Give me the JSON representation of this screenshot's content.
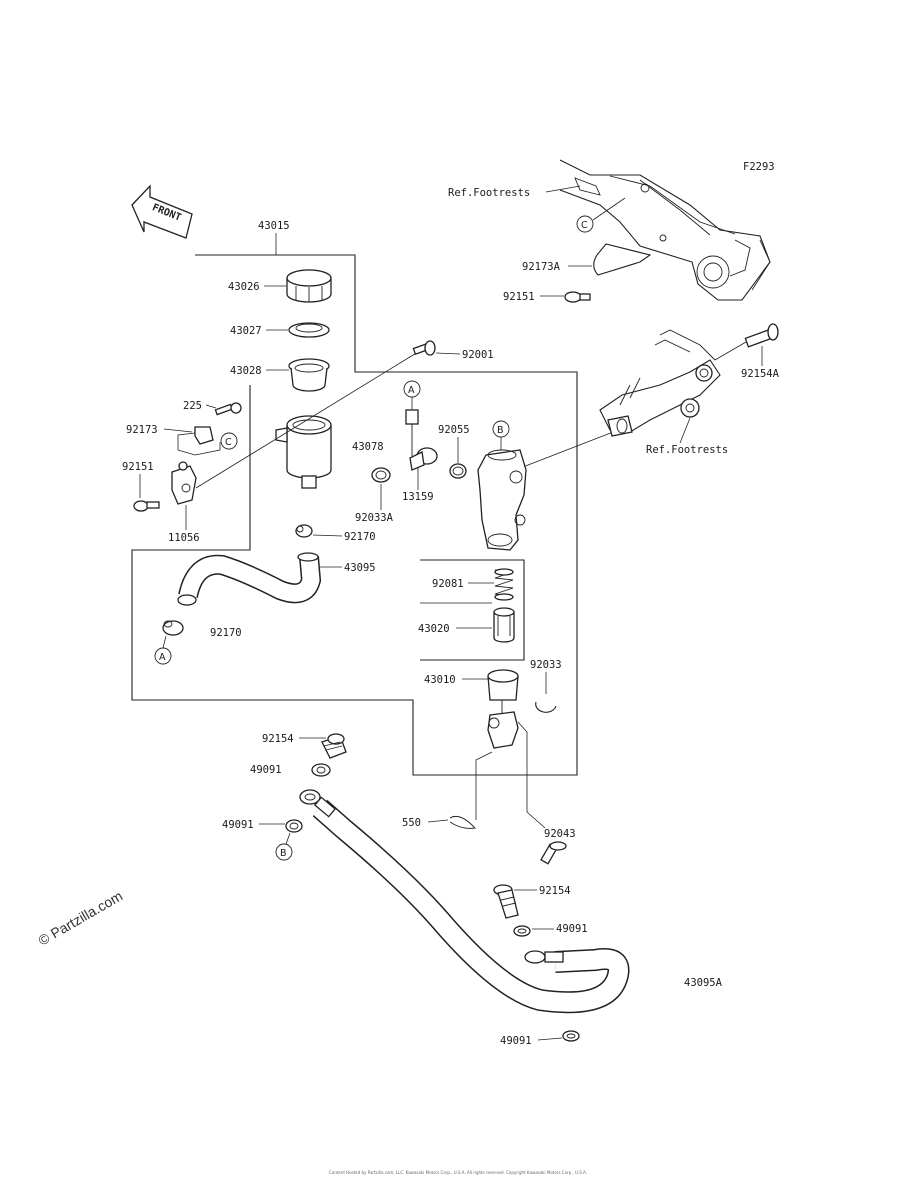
{
  "diagram_code": "F2293",
  "front_marker": "FRONT",
  "watermark": "© Partzilla.com",
  "footer_text": "Content Hosted by Partzilla.com, LLC. Kawasaki Motors Corp., U.S.A. All rights reserved. Copyright Kawasaki Motors Corp., U.S.A.",
  "labels": {
    "ref_footrests_top": "Ref.Footrests",
    "ref_footrests_mid": "Ref.Footrests",
    "p43015": "43015",
    "p43026": "43026",
    "p43027": "43027",
    "p43028": "43028",
    "p225": "225",
    "p92173": "92173",
    "p92151_left": "92151",
    "p11056": "11056",
    "p92001": "92001",
    "p43078": "43078",
    "p92055": "92055",
    "p92033a": "92033A",
    "p13159": "13159",
    "p92170_top": "92170",
    "p43095": "43095",
    "p92170_bottom": "92170",
    "p92081": "92081",
    "p43020": "43020",
    "p43010": "43010",
    "p92033": "92033",
    "p92154_left": "92154",
    "p49091_a": "49091",
    "p49091_b": "49091",
    "p550": "550",
    "p92043": "92043",
    "p92154_right": "92154",
    "p49091_c": "49091",
    "p43095a": "43095A",
    "p49091_d": "49091",
    "p92173a": "92173A",
    "p92151_top": "92151",
    "p92154a": "92154A"
  },
  "callouts": {
    "a_top": "A",
    "a_bottom": "A",
    "b_top": "B",
    "b_bottom": "B",
    "c_top": "C",
    "c_left": "C"
  }
}
